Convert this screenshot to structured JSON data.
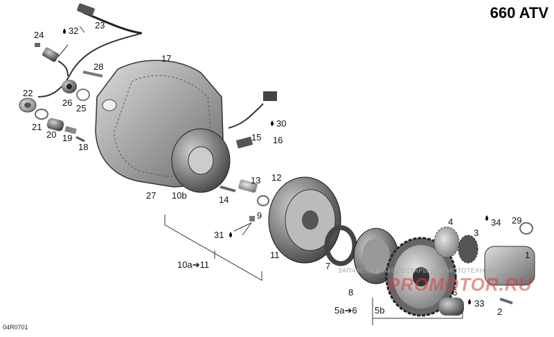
{
  "title": "660 ATV",
  "code": "04R0701",
  "watermark": {
    "text": "ЗАПЧАСТИ И АКСЕССУАРЫ ДЛЯ МОТОТЕХНИКИ",
    "logo": "PROMOTOR.RU"
  },
  "callouts": {
    "n1": "1",
    "n2": "2",
    "n3": "3",
    "n4": "4",
    "n5b": "5b",
    "n5a6": "5a➔6",
    "n6": "6",
    "n7": "7",
    "n8": "8",
    "n9": "9",
    "n10a11": "10a➔11",
    "n10b": "10b",
    "n11": "11",
    "n12": "12",
    "n13": "13",
    "n14": "14",
    "n15": "15",
    "n16": "16",
    "n17": "17",
    "n18": "18",
    "n19": "19",
    "n20": "20",
    "n21": "21",
    "n22": "22",
    "n23": "23",
    "n24": "24",
    "n25": "25",
    "n26": "26",
    "n27": "27",
    "n28": "28",
    "n29": "29",
    "n30": "30",
    "n31": "31",
    "n32": "32",
    "n33": "33",
    "n34": "34"
  },
  "colors": {
    "metal": "#9a9a9a",
    "dark": "#4a4a4a",
    "light": "#d9d9d9",
    "accent": "#6b6b6b"
  }
}
